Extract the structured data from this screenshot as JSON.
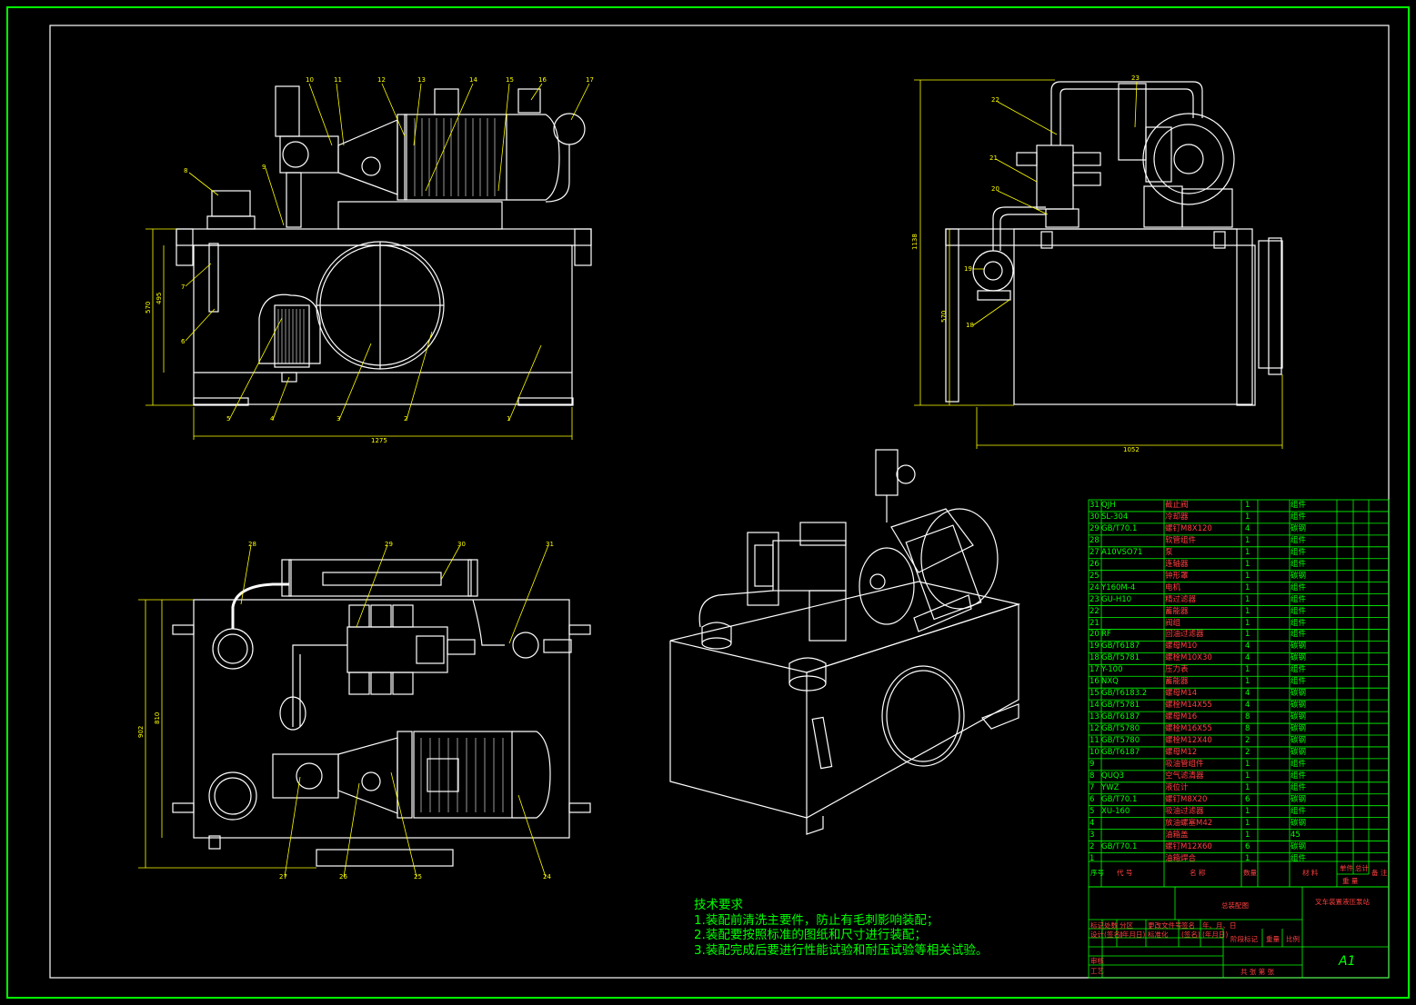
{
  "tech_requirements": {
    "title": "技术要求",
    "items": [
      "1.装配前清洗主要件，防止有毛刺影响装配；",
      "2.装配要按照标准的图纸和尺寸进行装配；",
      "3.装配完成后要进行性能试验和耐压试验等相关试验。"
    ]
  },
  "bom": [
    {
      "no": "31",
      "code": "QJH",
      "name": "截止阀",
      "qty": "1",
      "mat": "组件"
    },
    {
      "no": "30",
      "code": "SL-304",
      "name": "冷却器",
      "qty": "1",
      "mat": "组件"
    },
    {
      "no": "29",
      "code": "GB/T70.1",
      "name": "螺钉M8X120",
      "qty": "4",
      "mat": "碳钢"
    },
    {
      "no": "28",
      "code": "",
      "name": "软管组件",
      "qty": "1",
      "mat": "组件"
    },
    {
      "no": "27",
      "code": "A10VSO71",
      "name": "泵",
      "qty": "1",
      "mat": "组件"
    },
    {
      "no": "26",
      "code": "",
      "name": "连轴器",
      "qty": "1",
      "mat": "组件"
    },
    {
      "no": "25",
      "code": "",
      "name": "钟形罩",
      "qty": "1",
      "mat": "碳钢"
    },
    {
      "no": "24",
      "code": "Y160M-4",
      "name": "电机",
      "qty": "1",
      "mat": "组件"
    },
    {
      "no": "23",
      "code": "GU-H10",
      "name": "精过滤器",
      "qty": "1",
      "mat": "组件"
    },
    {
      "no": "22",
      "code": "",
      "name": "蓄能器",
      "qty": "1",
      "mat": "组件"
    },
    {
      "no": "21",
      "code": "",
      "name": "阀组",
      "qty": "1",
      "mat": "组件"
    },
    {
      "no": "20",
      "code": "RF",
      "name": "回油过滤器",
      "qty": "1",
      "mat": "组件"
    },
    {
      "no": "19",
      "code": "GB/T6187",
      "name": "螺母M10",
      "qty": "4",
      "mat": "碳钢"
    },
    {
      "no": "18",
      "code": "GB/T5781",
      "name": "螺栓M10X30",
      "qty": "4",
      "mat": "碳钢"
    },
    {
      "no": "17",
      "code": "Y-100",
      "name": "压力表",
      "qty": "1",
      "mat": "组件"
    },
    {
      "no": "16",
      "code": "NXQ",
      "name": "蓄能器",
      "qty": "1",
      "mat": "组件"
    },
    {
      "no": "15",
      "code": "GB/T6183.2",
      "name": "螺母M14",
      "qty": "4",
      "mat": "碳钢"
    },
    {
      "no": "14",
      "code": "GB/T5781",
      "name": "螺栓M14X55",
      "qty": "4",
      "mat": "碳钢"
    },
    {
      "no": "13",
      "code": "GB/T6187",
      "name": "螺母M16",
      "qty": "8",
      "mat": "碳钢"
    },
    {
      "no": "12",
      "code": "GB/T5780",
      "name": "螺栓M16X55",
      "qty": "8",
      "mat": "碳钢"
    },
    {
      "no": "11",
      "code": "GB/T5780",
      "name": "螺栓M12X40",
      "qty": "2",
      "mat": "碳钢"
    },
    {
      "no": "10",
      "code": "GB/T6187",
      "name": "螺母M12",
      "qty": "2",
      "mat": "碳钢"
    },
    {
      "no": "9",
      "code": "",
      "name": "吸油管组件",
      "qty": "1",
      "mat": "组件"
    },
    {
      "no": "8",
      "code": "QUQ3",
      "name": "空气滤清器",
      "qty": "1",
      "mat": "组件"
    },
    {
      "no": "7",
      "code": "YWZ",
      "name": "液位计",
      "qty": "1",
      "mat": "组件"
    },
    {
      "no": "6",
      "code": "GB/T70.1",
      "name": "螺钉M8X20",
      "qty": "6",
      "mat": "碳钢"
    },
    {
      "no": "5",
      "code": "XU-160",
      "name": "吸油过滤器",
      "qty": "1",
      "mat": "组件"
    },
    {
      "no": "4",
      "code": "",
      "name": "放油螺塞M42",
      "qty": "1",
      "mat": "碳钢"
    },
    {
      "no": "3",
      "code": "",
      "name": "油箱盖",
      "qty": "1",
      "mat": "45"
    },
    {
      "no": "2",
      "code": "GB/T70.1",
      "name": "螺钉M12X60",
      "qty": "6",
      "mat": "碳钢"
    },
    {
      "no": "1",
      "code": "",
      "name": "油箱焊合",
      "qty": "1",
      "mat": "组件"
    }
  ],
  "bom_header": {
    "no": "序号",
    "code": "代  号",
    "name": "名  称",
    "qty": "数量",
    "mat": "材  料",
    "unit_weight": "单件",
    "total_weight": "总计",
    "weight": "重  量",
    "note": "备  注"
  },
  "title_block": {
    "drawing_name": "总装配图",
    "project": "叉车装置液压泵站",
    "sheet_size": "A1",
    "labels": [
      "标记",
      "处数",
      "分区",
      "更改文件号",
      "签名",
      "年、月、日",
      "设计",
      "(签名)",
      "(年月日)",
      "标准化",
      "(签名)",
      "(年月日)",
      "阶段标记",
      "重量",
      "比例",
      "审核",
      "工艺",
      "共  张  第  张"
    ]
  },
  "dimensions": {
    "front_width": "1275",
    "front_height_outer": "570",
    "front_height_inner": "495",
    "side_height_total": "1138",
    "side_height_tank": "570",
    "side_width": "1052",
    "top_depth_outer": "902",
    "top_depth_inner": "810"
  },
  "balloons": {
    "front": [
      "10",
      "11",
      "12",
      "13",
      "14",
      "15",
      "16",
      "17",
      "8",
      "9",
      "7",
      "6",
      "5",
      "4",
      "3",
      "2",
      "1"
    ],
    "side": [
      "23",
      "22",
      "21",
      "20",
      "19",
      "18"
    ],
    "top": [
      "28",
      "29",
      "30",
      "31",
      "27",
      "26",
      "25",
      "24"
    ]
  }
}
